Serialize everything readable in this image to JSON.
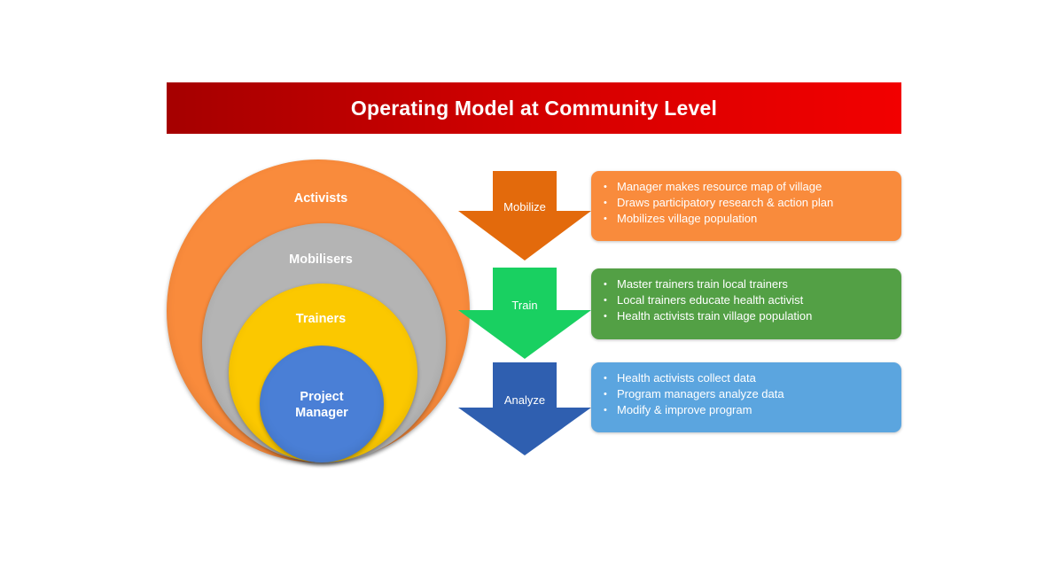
{
  "title": "Operating Model at Community Level",
  "rings": [
    {
      "label": "Activists",
      "color": "#f98b3c"
    },
    {
      "label": "Mobilisers",
      "color": "#b4b4b4"
    },
    {
      "label": "Trainers",
      "color": "#fbc800"
    },
    {
      "label_line1": "Project",
      "label_line2": "Manager",
      "color": "#4a7fd6"
    }
  ],
  "steps": [
    {
      "label": "Mobilize",
      "arrow_color": "#e36a0c",
      "box_color": "#f98b3c",
      "bullets": [
        "Manager makes resource map of village",
        "Draws  participatory research & action plan",
        "Mobilizes village population"
      ]
    },
    {
      "label": "Train",
      "arrow_color": "#19d061",
      "box_color": "#53a045",
      "bullets": [
        "Master trainers train local trainers",
        "Local trainers educate health activist",
        "Health activists train village population"
      ]
    },
    {
      "label": "Analyze",
      "arrow_color": "#2f5fb0",
      "box_color": "#5ba5df",
      "bullets": [
        "Health activists collect data",
        "Program managers analyze data",
        "Modify & improve program"
      ]
    }
  ]
}
